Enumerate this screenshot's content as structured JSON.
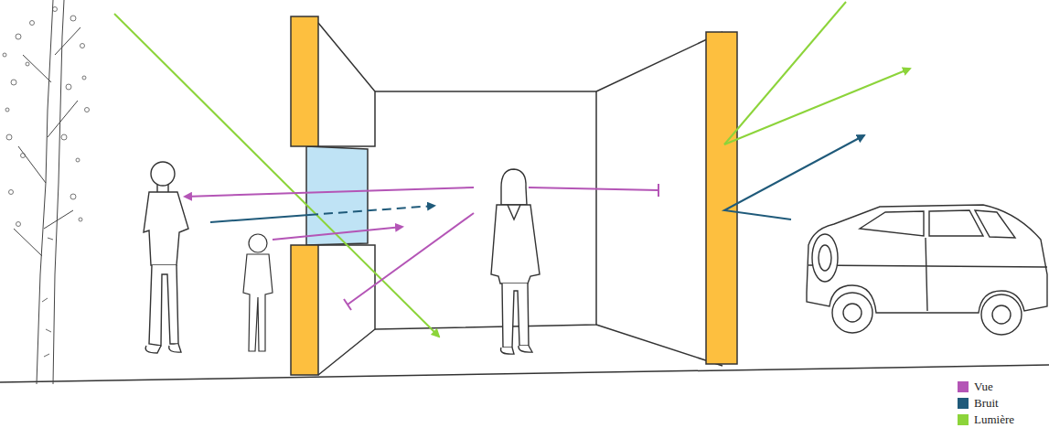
{
  "diagram": {
    "legend": [
      {
        "text": "Vue",
        "color": "#b455b6"
      },
      {
        "text": "Bruit",
        "color": "#1f5a7a"
      },
      {
        "text": "Lumière",
        "color": "#8cd43a"
      }
    ]
  }
}
